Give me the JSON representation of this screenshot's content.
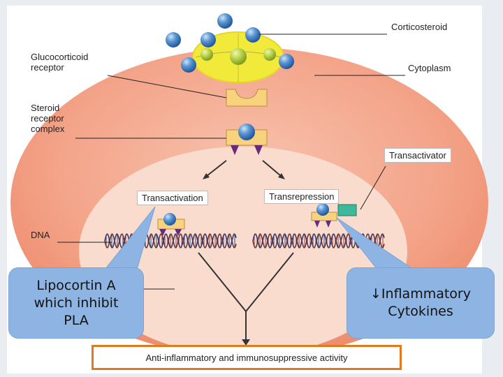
{
  "labels": {
    "corticosteroid": "Corticosteroid",
    "cytoplasm": "Cytoplasm",
    "glucocorticoid_receptor": "Glucocorticoid\nreceptor",
    "steroid_receptor_complex": "Steroid\nreceptor\ncomplex",
    "transactivator": "Transactivator",
    "transactivation": "Transactivation",
    "transrepression": "Transrepression",
    "dna": "DNA",
    "outcome": "Anti-inflammatory and immunosuppressive activity"
  },
  "callouts": {
    "left": "Lipocortin A\nwhich inhibit\nPLA",
    "right": "↓Inflammatory\nCytokines"
  },
  "colors": {
    "cell": "#f3a287",
    "nucleus": "#f9dccd",
    "receptor": "#f9d27e",
    "steroid": "#3f7fc4",
    "highlight": "#f2ea3a",
    "callout": "#8db4e2",
    "outcome_border": "#e07a1f",
    "transactivator": "#3eb79a"
  }
}
